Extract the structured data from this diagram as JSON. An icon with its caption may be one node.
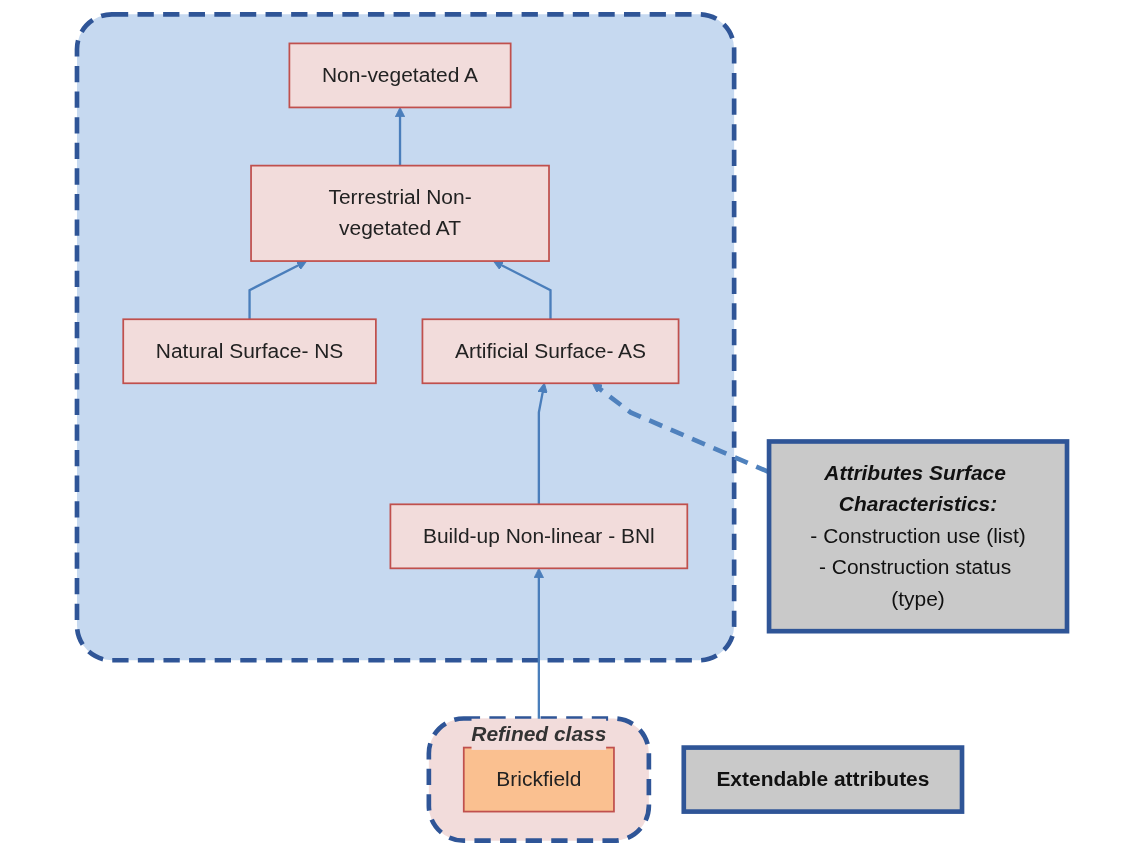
{
  "diagram": {
    "nodes": [
      {
        "text": [],
        "shape": "box"
      },
      {
        "text": [
          "Non-vegetated A"
        ],
        "in": 0
      },
      {
        "text": [
          "Terrestrial Non-vegetated AT"
        ],
        "in": 0
      },
      {
        "text": [
          "Natural Surface- NS"
        ],
        "in": 0
      },
      {
        "text": [
          "Artificial Surface- AS"
        ],
        "in": 0
      },
      {
        "text": [
          "Build-up Non-linear - BNl"
        ],
        "in": 0
      },
      {
        "text": [
          "Extendable attributes"
        ]
      },
      {
        "text": [
          "Attributes Surface Characteristics:",
          "- Construction use (list)",
          "- Construction status (type)"
        ]
      },
      {
        "text": [
          "Refined class"
        ]
      },
      {
        "text": [
          "Brickfield"
        ],
        "in": 8
      }
    ],
    "edges": [
      {
        "from": 2,
        "to": 1,
        "arrow": "to"
      },
      {
        "from": 3,
        "to": 2,
        "arrow": "to"
      },
      {
        "from": 4,
        "to": 2,
        "arrow": "to"
      },
      {
        "from": 5,
        "to": 4,
        "arrow": "to"
      },
      {
        "from": 9,
        "to": 5,
        "arrow": "to"
      },
      {
        "from": 7,
        "to": 4,
        "arrow": "to",
        "style": "dashed"
      }
    ]
  }
}
